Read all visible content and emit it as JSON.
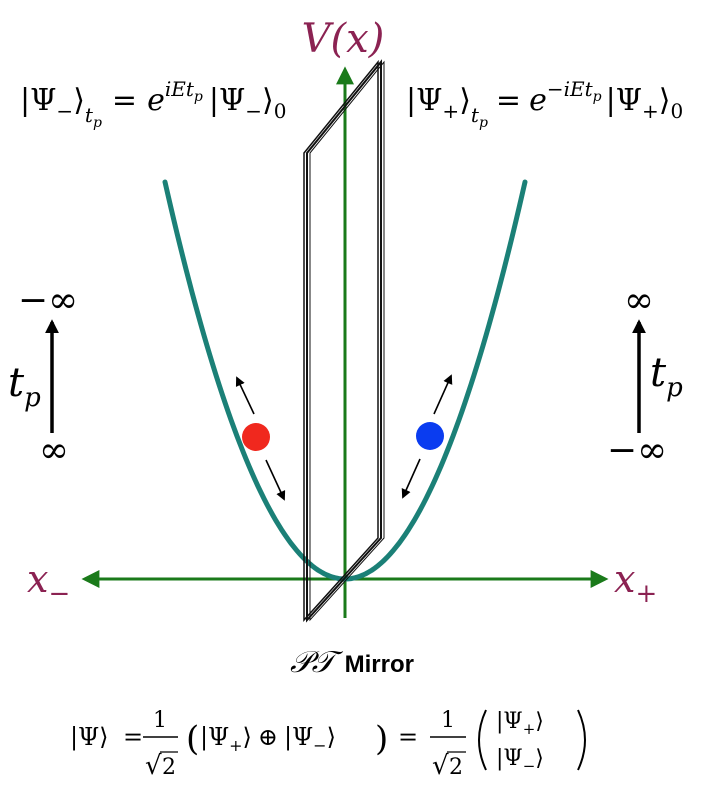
{
  "axes": {
    "v_label": "V(x)",
    "x_minus": "x",
    "x_minus_sub": "−",
    "x_plus": "x",
    "x_plus_sub": "+"
  },
  "left_state": {
    "ket_open": "|Ψ",
    "ket_sub": "−",
    "ket_close": "⟩",
    "time_sub": "t",
    "time_subsub": "p",
    "equals": "=",
    "exp_base": "e",
    "exp_power": "iEt",
    "exp_power_sub": "p",
    "rhs_ket": "|Ψ",
    "rhs_sub": "−",
    "rhs_close": "⟩",
    "rhs_zero": "0"
  },
  "right_state": {
    "ket_open": "|Ψ",
    "ket_sub": "+",
    "ket_close": "⟩",
    "time_sub": "t",
    "time_subsub": "p",
    "equals": "=",
    "exp_base": "e",
    "exp_power": "−iEt",
    "exp_power_sub": "p",
    "rhs_ket": "|Ψ",
    "rhs_sub": "+",
    "rhs_close": "⟩",
    "rhs_zero": "0"
  },
  "left_time": {
    "top": "−∞",
    "bottom": "∞",
    "label": "t",
    "label_sub": "p"
  },
  "right_time": {
    "top": "∞",
    "bottom": "−∞",
    "label": "t",
    "label_sub": "p"
  },
  "mirror": {
    "symbol": "𝒫𝒯",
    "label": "Mirror"
  },
  "bottom_formula": {
    "lhs": "|Ψ⟩",
    "eq1": "=",
    "frac_num": "1",
    "sqrt_sym": "√",
    "sqrt_arg": "2",
    "paren_open": "(",
    "k1": "|Ψ",
    "k1_sub": "+",
    "k1_close": "⟩",
    "oplus": "⊕",
    "k2": "|Ψ",
    "k2_sub": "−",
    "k2_close": "⟩",
    "paren_close": ")",
    "eq2": "=",
    "v1": "|Ψ",
    "v1_sub": "+",
    "v1_close": "⟩",
    "v2": "|Ψ",
    "v2_sub": "−",
    "v2_close": "⟩"
  },
  "colors": {
    "axis": "#1a7a1a",
    "parabola": "#1b8077",
    "label": "#8b2252",
    "particle_left": "#f0281e",
    "particle_right": "#0a3cf0",
    "mirror": "#111111"
  }
}
